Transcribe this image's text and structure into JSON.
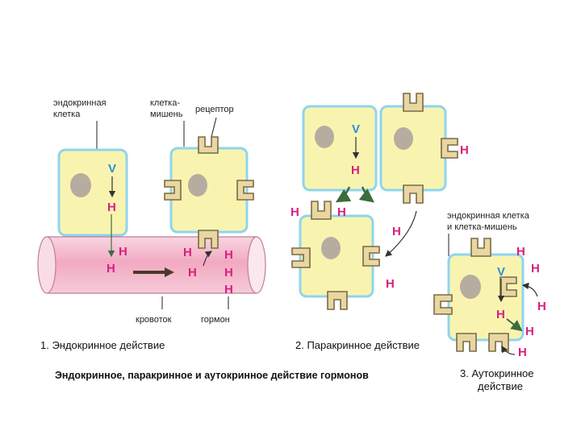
{
  "colors": {
    "hormone": "#d8207f",
    "signal_v": "#2c8fd8",
    "cell_fill": "#f8f4b0",
    "cell_border": "#8fd4ee",
    "nucleus": "#b7aca0",
    "vessel": "#f0a8c0"
  },
  "symbols": {
    "hormone": "H",
    "signal": "V"
  },
  "labels": {
    "endocrine_cell": [
      "эндокринная",
      "клетка"
    ],
    "target_cell": [
      "клетка-",
      "мишень"
    ],
    "receptor": "рецептор",
    "bloodstream": "кровоток",
    "hormone": "гормон",
    "endocrine_and_target": [
      "эндокринная клетка",
      "и клетка-мишень"
    ]
  },
  "captions": {
    "endocrine": "1. Эндокринное  действие",
    "paracrine": "2. Паракринное действие",
    "autocrine": [
      "3. Аутокринное",
      "действие"
    ],
    "main": "Эндокринное, паракринное и аутокринное действие гормонов"
  }
}
